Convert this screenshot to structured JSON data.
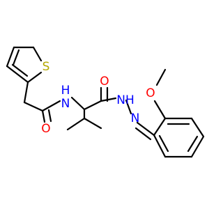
{
  "molecule": {
    "atoms": {
      "s1": {
        "label": "S",
        "color": "#b3a800"
      },
      "o1": {
        "label": "O",
        "color": "#ff0000"
      },
      "o2": {
        "label": "O",
        "color": "#ff0000"
      },
      "o3": {
        "label": "O",
        "color": "#ff0000"
      },
      "n1": {
        "label": "N",
        "color": "#0000ff"
      },
      "n2": {
        "label": "NH",
        "color": "#0000ff"
      },
      "n3": {
        "label": "N",
        "color": "#0000ff"
      },
      "h1": {
        "label": "H",
        "color": "#0000ff"
      }
    },
    "bond_color": "#000000"
  }
}
